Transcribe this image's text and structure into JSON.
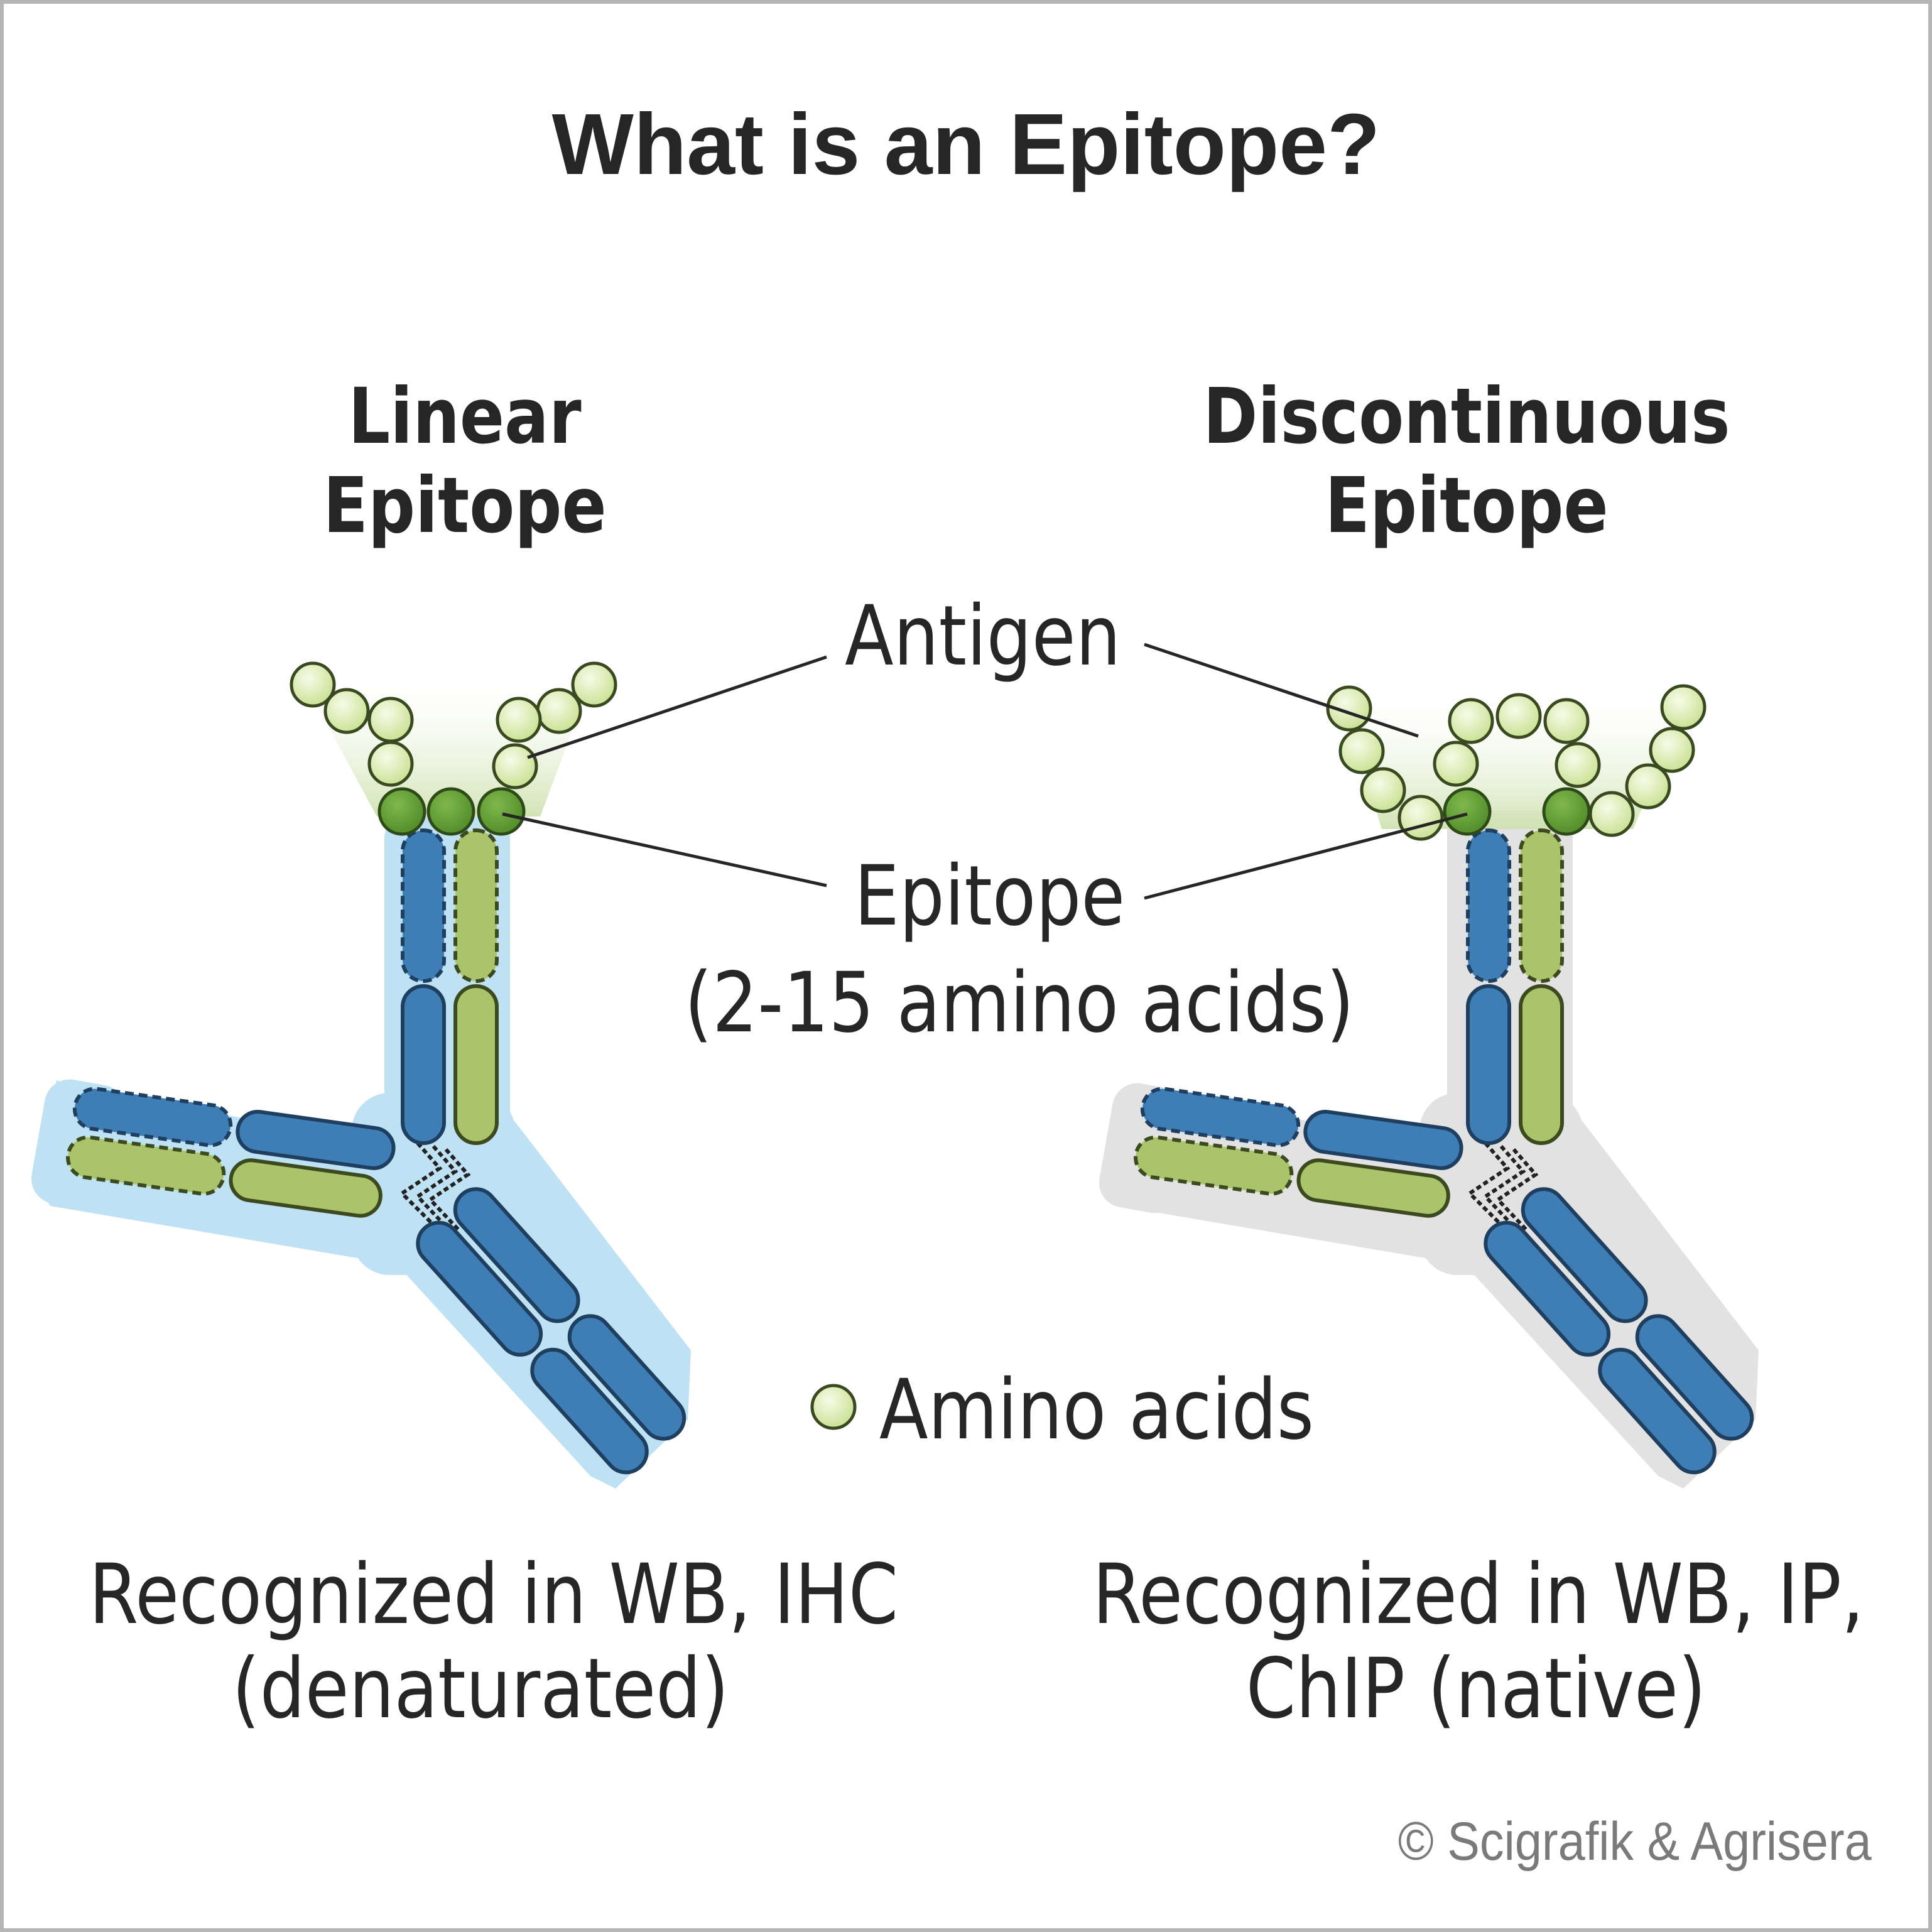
{
  "title": "What is an Epitope?",
  "panels": {
    "linear": {
      "heading_line1": "Linear",
      "heading_line2": "Epitope",
      "caption_line1": "Recognized in WB, IHC",
      "caption_line2": "(denaturated)"
    },
    "discontinuous": {
      "heading_line1": "Discontinuous",
      "heading_line2": "Epitope",
      "caption_line1": "Recognized in WB, IP,",
      "caption_line2": "ChIP (native)"
    }
  },
  "labels": {
    "antigen": "Antigen",
    "epitope": "Epitope",
    "epitope_size": "(2-15 amino acids)",
    "amino_acids": "Amino acids"
  },
  "copyright": "© Scigrafik & Agrisera",
  "colors": {
    "heavy_chain": "#3f7db5",
    "light_chain": "#a9c46a",
    "amino_acid": "#d6e9a8",
    "epitope_residue": "#5e9a32",
    "linear_highlight": "#bfe1f4",
    "discontinuous_highlight": "#e2e2e2",
    "antigen_shade": "#d9e8c0"
  }
}
